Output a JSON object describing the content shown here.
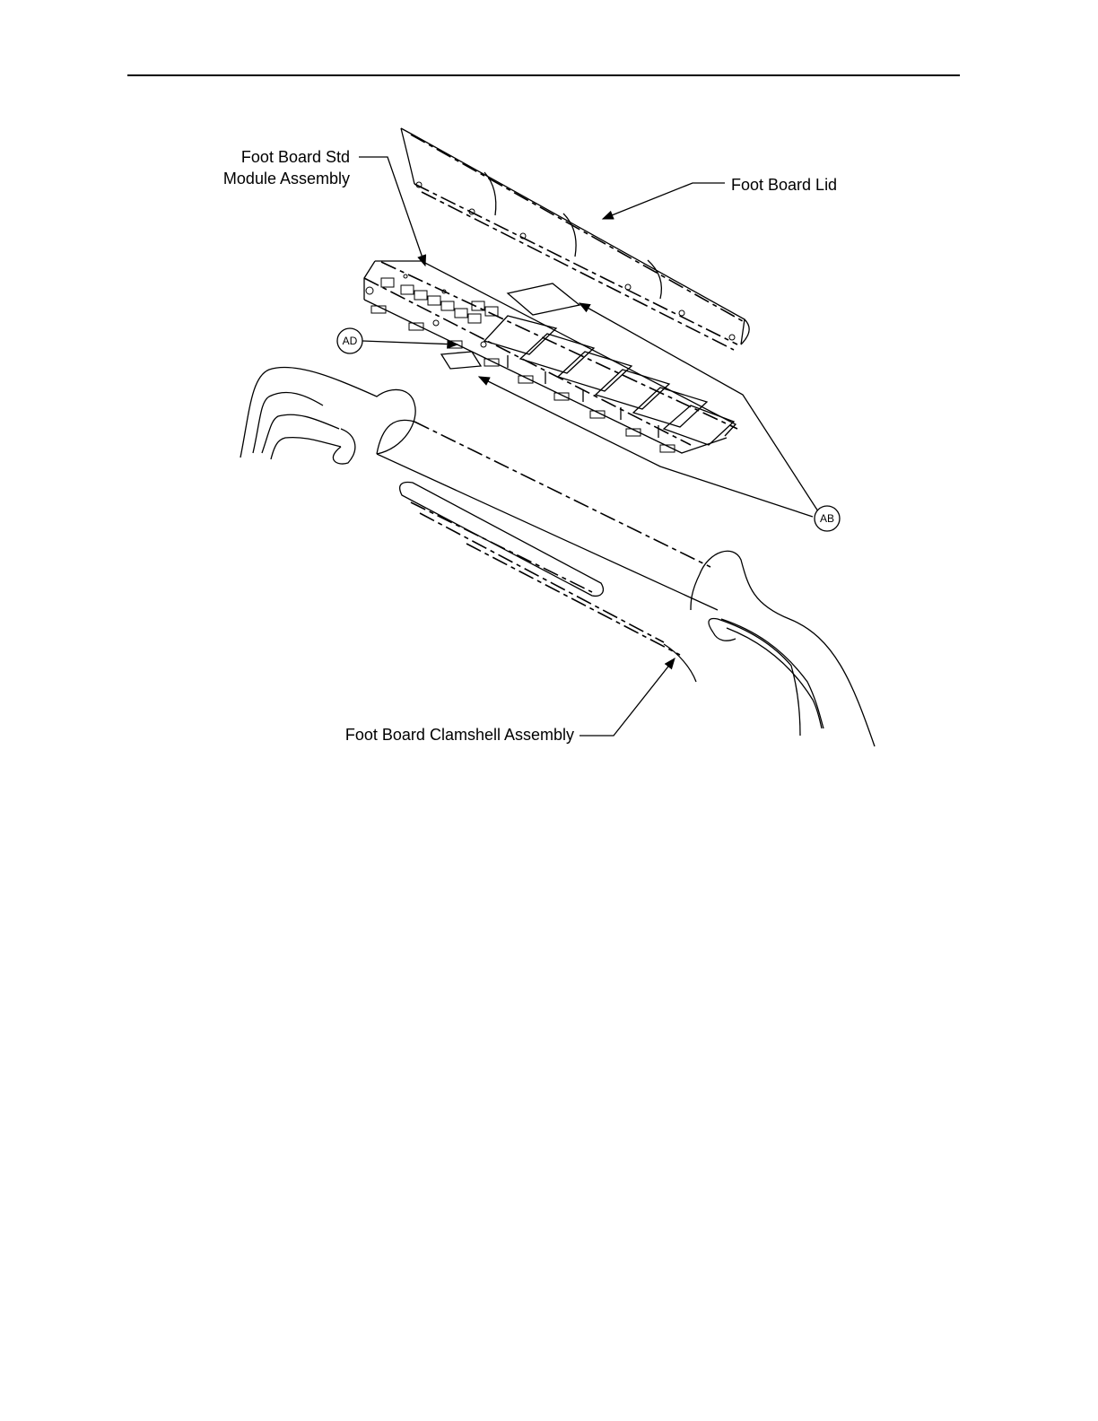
{
  "callouts": {
    "std_module_line1": "Foot Board Std",
    "std_module_line2": "Module Assembly",
    "lid": "Foot Board Lid",
    "clamshell": "Foot Board Clamshell Assembly"
  },
  "bubbles": {
    "ad": "AD",
    "ab": "AB"
  }
}
